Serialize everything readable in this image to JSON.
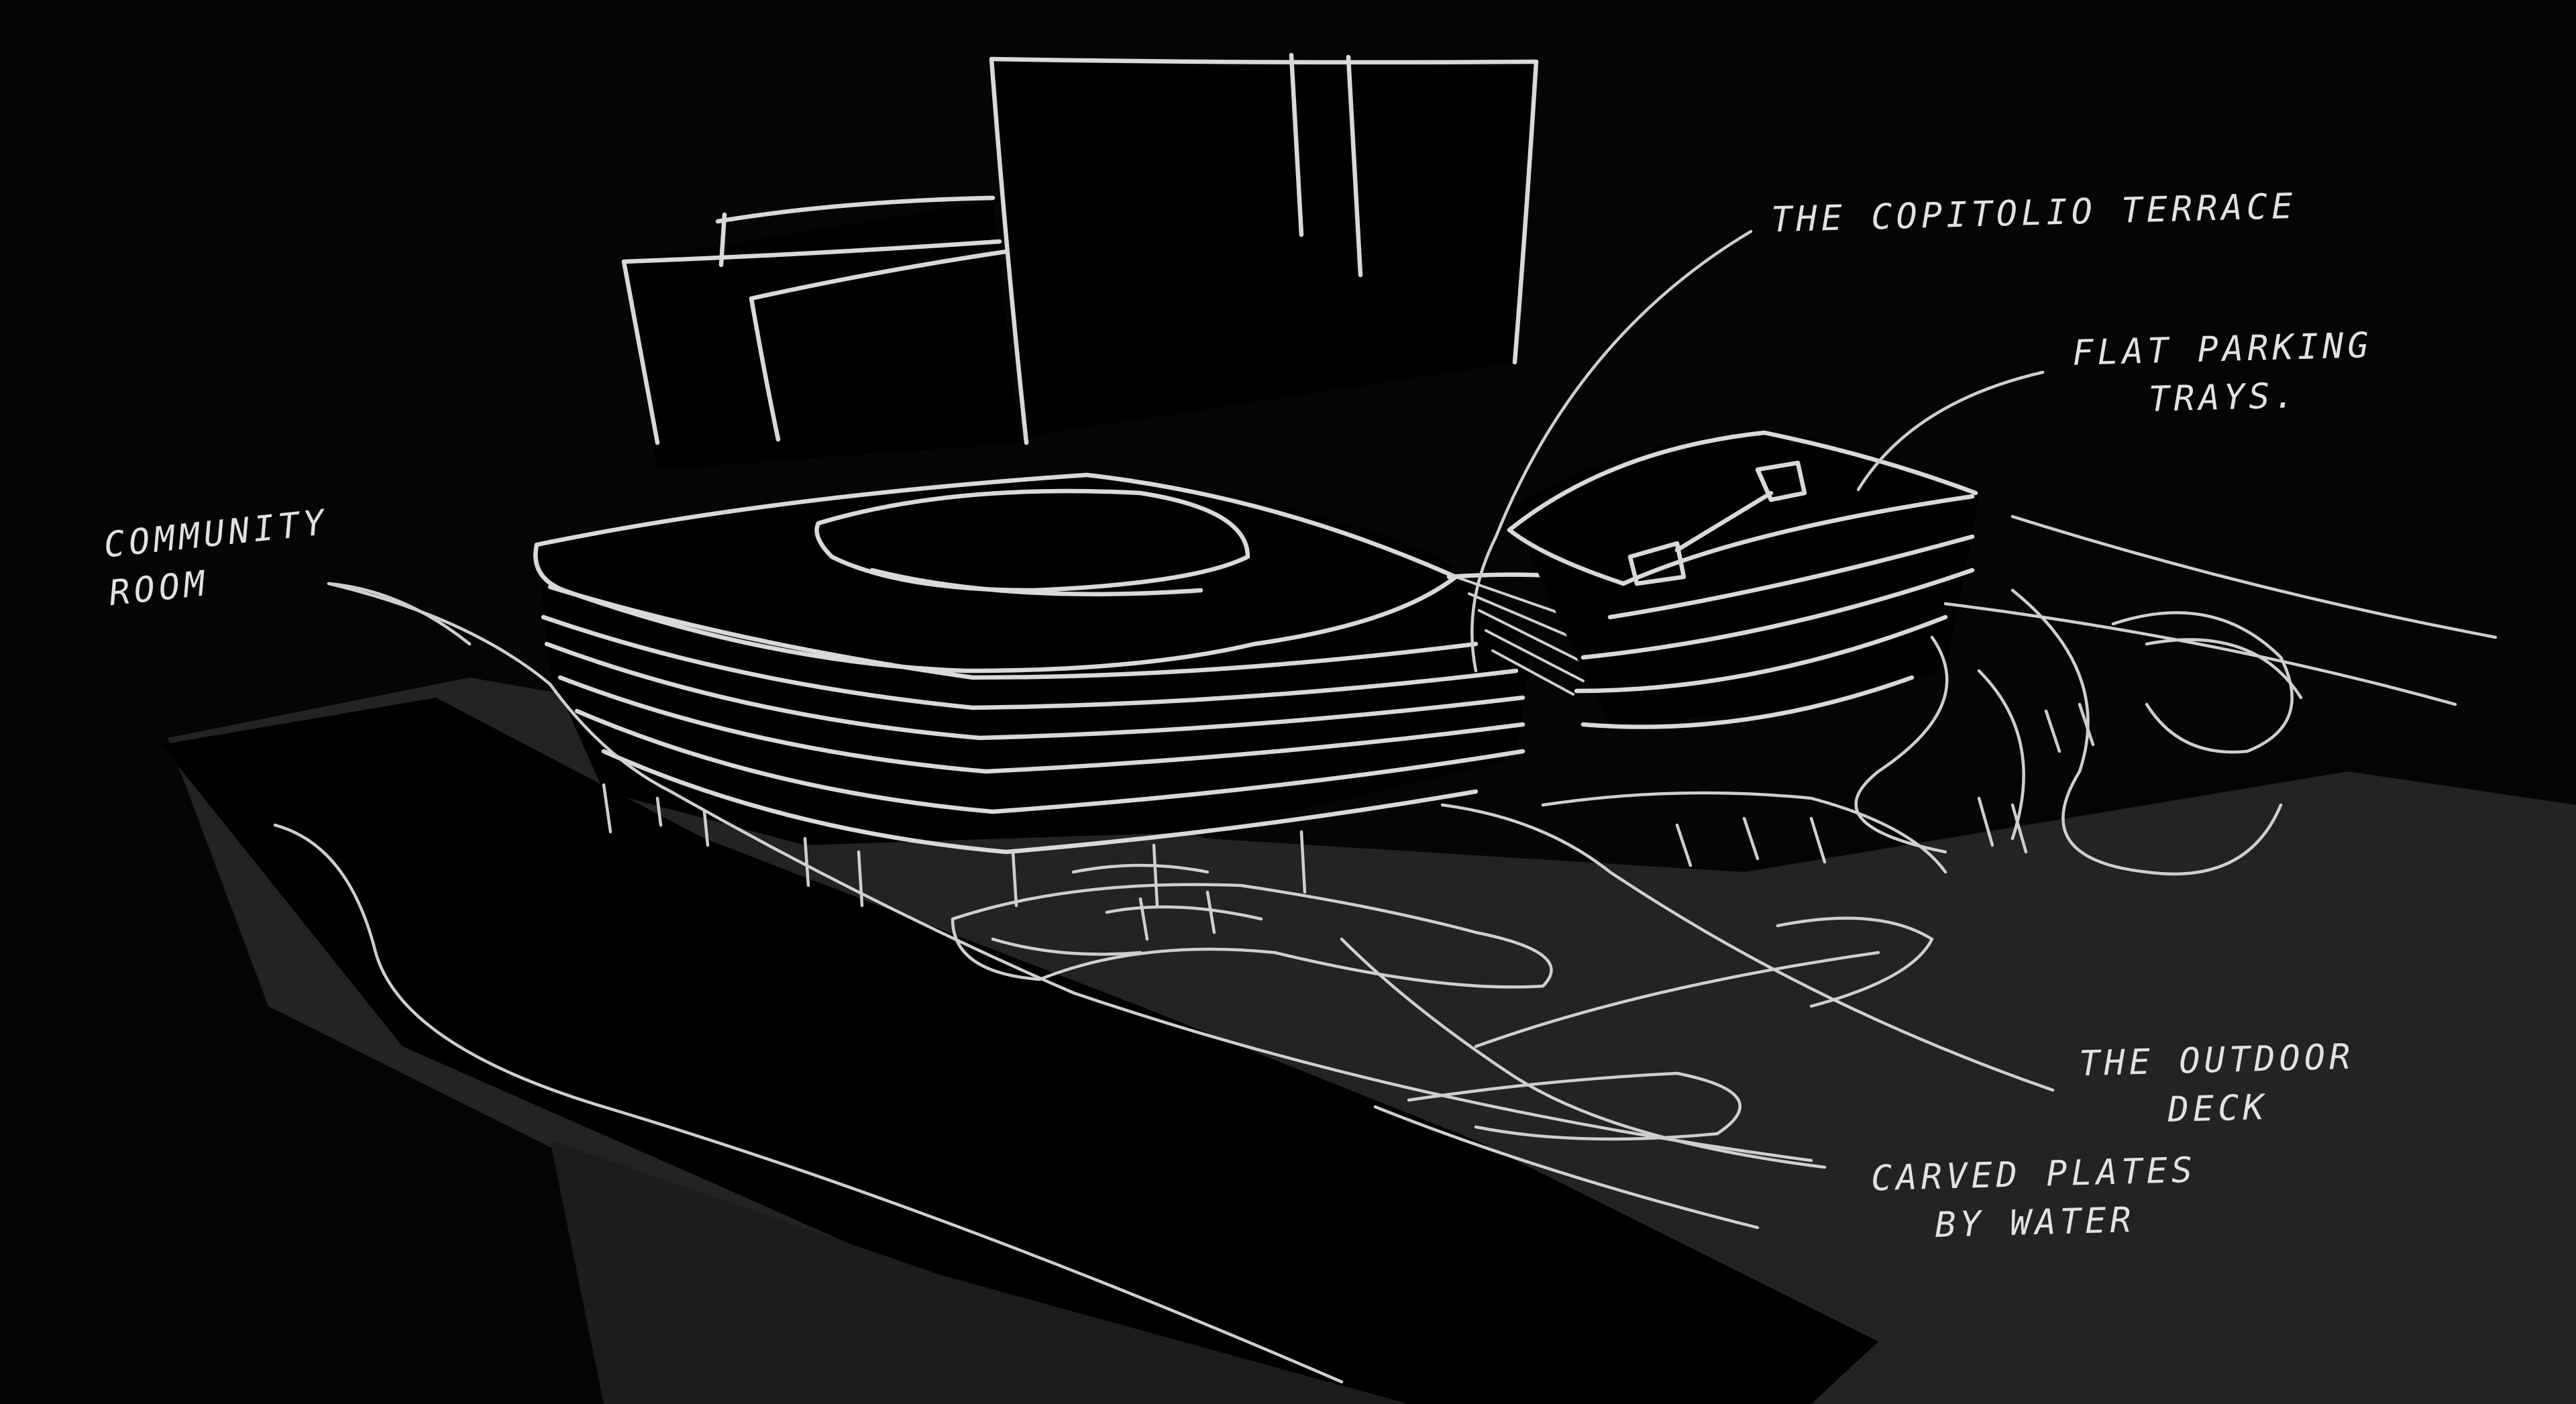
{
  "sketch": {
    "annotations": {
      "capitolio_terrace": "THE COPITOLIO TERRACE",
      "parking_trays": "FLAT PARKING\nTRAYS.",
      "community_room": "COMMUNITY\nROOM",
      "outdoor_deck": "THE OUTDOOR\nDECK",
      "carved_plates": "CARVED PLATES\nBY WATER"
    },
    "colors": {
      "background": "#050505",
      "ink": "#d9d9d9",
      "model_mass": "#000000"
    }
  }
}
